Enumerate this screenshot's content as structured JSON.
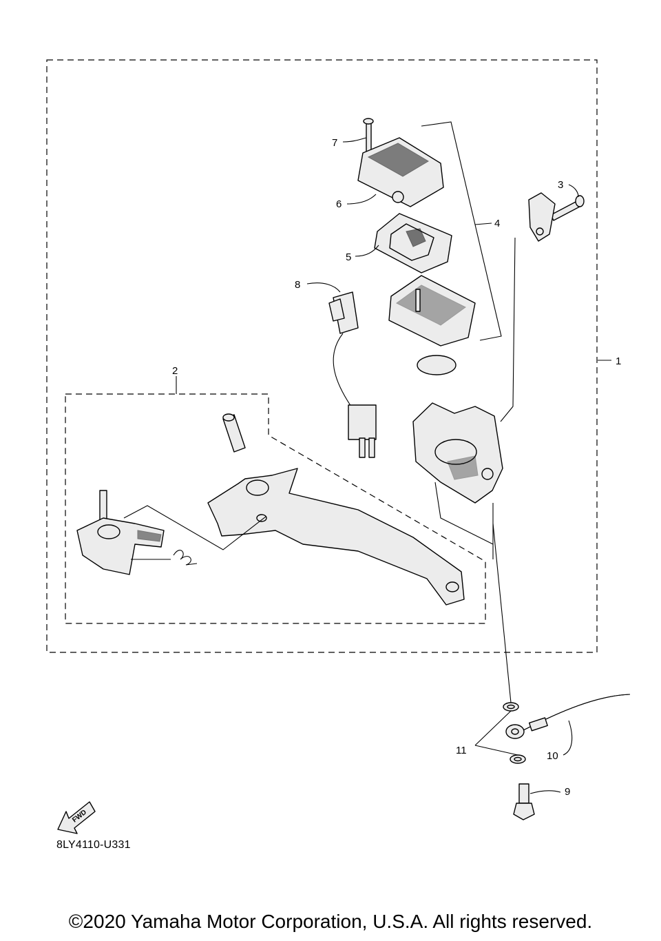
{
  "callouts": [
    "1",
    "2",
    "3",
    "4",
    "5",
    "6",
    "7",
    "8",
    "9",
    "10",
    "11"
  ],
  "fwd_label": "FWD",
  "diagram_code": "8LY4110-U331",
  "copyright": "©2020 Yamaha Motor Corporation, U.S.A. All rights reserved."
}
